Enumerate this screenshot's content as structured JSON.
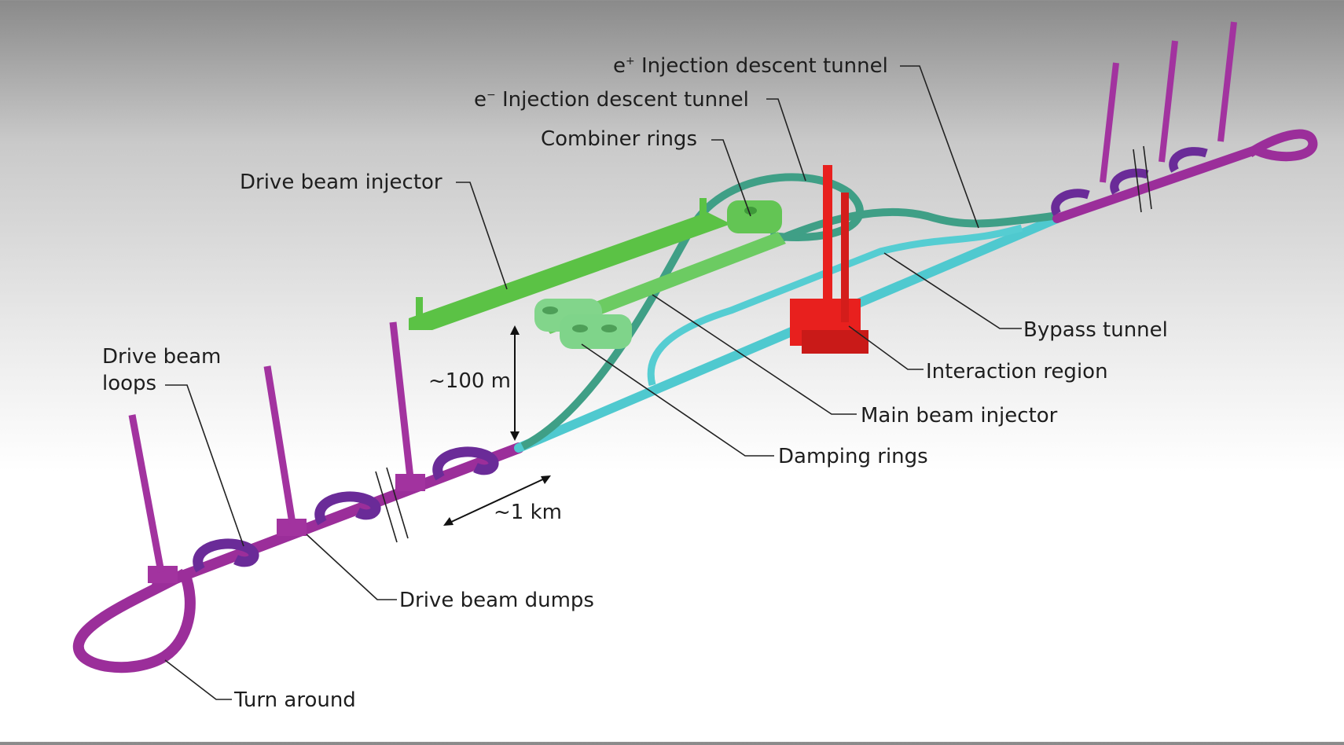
{
  "labels": {
    "e_plus_injection": {
      "sup": "+",
      "prefix": "e",
      "text": " Injection descent tunnel"
    },
    "e_minus_injection": {
      "sup": "−",
      "prefix": "e",
      "text": " Injection descent tunnel"
    },
    "combiner_rings": "Combiner rings",
    "drive_beam_injector": "Drive beam injector",
    "drive_beam_loops_1": "Drive beam",
    "drive_beam_loops_2": "loops",
    "bypass_tunnel": "Bypass tunnel",
    "interaction_region": "Interaction region",
    "main_beam_injector": "Main beam injector",
    "damping_rings": "Damping rings",
    "drive_beam_dumps": "Drive beam dumps",
    "turn_around": "Turn around"
  },
  "dimensions": {
    "height": "~100 m",
    "length": "~1 km"
  },
  "colors": {
    "drive_beam": "#9b2e9a",
    "drive_beam_loop": "#6a2b98",
    "injector_green": "#5bc245",
    "damping_green": "#7fd48a",
    "main_linac_cyan": "#4fc9cf",
    "descent_teal": "#3f9f86",
    "interaction_red": "#e8201e"
  }
}
